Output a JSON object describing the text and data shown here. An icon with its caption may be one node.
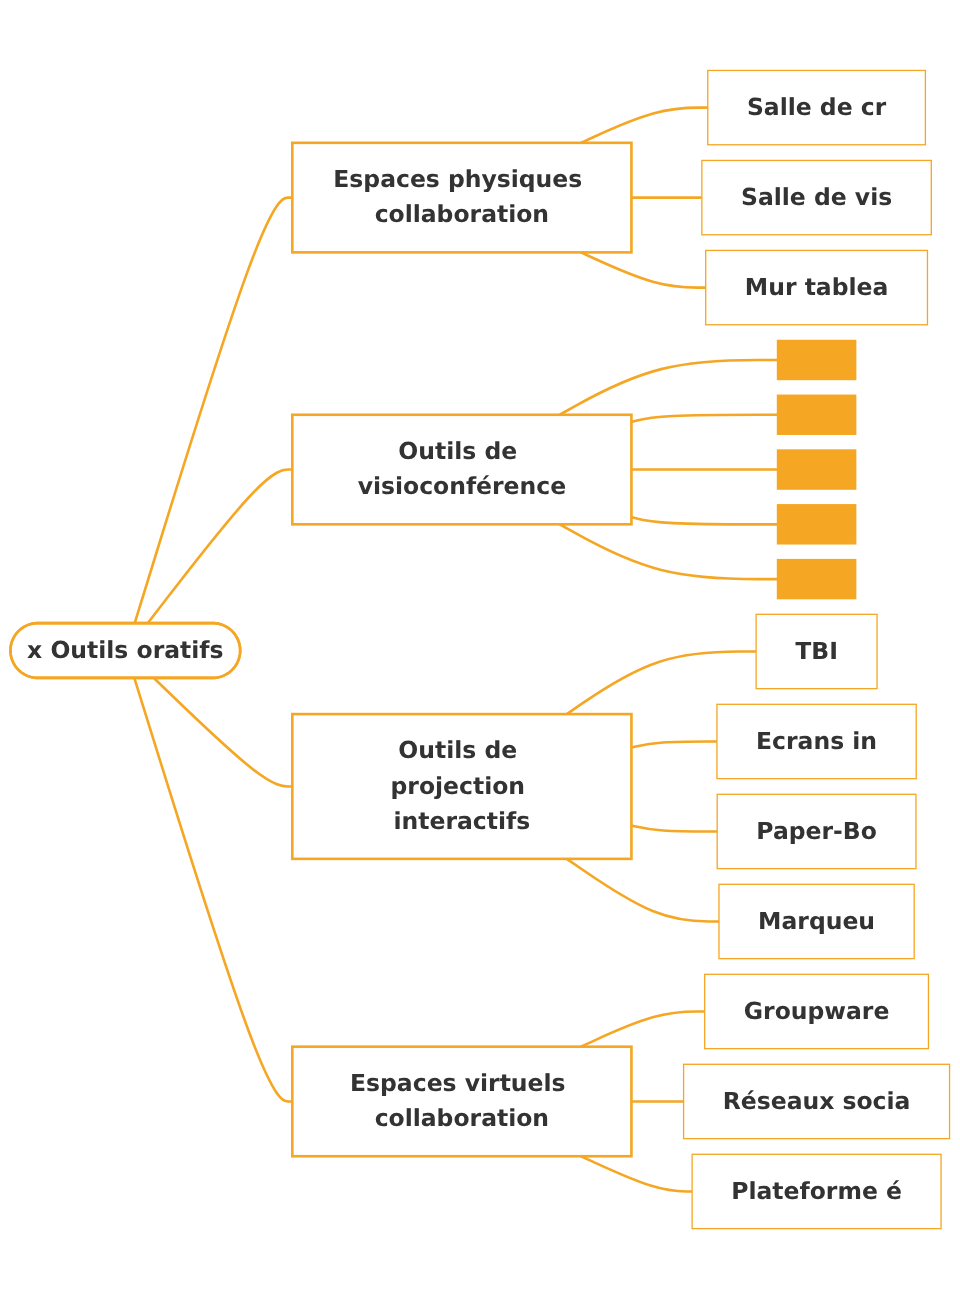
{
  "diagram": {
    "nodes": [
      {
        "text": [
          "x Outils oratifs"
        ]
      },
      {
        "text": [
          "Espaces physiques collaboration"
        ]
      },
      {
        "text": [
          "Salle de cr"
        ]
      },
      {
        "text": [
          "Salle de vis"
        ]
      },
      {
        "text": [
          "Mur tablea"
        ]
      },
      {
        "text": [
          "Outils de visioconférence"
        ]
      },
      {
        "text": [],
        "shape": "bar"
      },
      {
        "text": [],
        "shape": "bar"
      },
      {
        "text": [],
        "shape": "bar"
      },
      {
        "text": [],
        "shape": "bar"
      },
      {
        "text": [],
        "shape": "bar"
      },
      {
        "text": [
          "Outils de projection interactifs"
        ]
      },
      {
        "text": [
          "TBI"
        ]
      },
      {
        "text": [
          "Ecrans in"
        ]
      },
      {
        "text": [
          "Paper-Bo"
        ]
      },
      {
        "text": [
          "Marqueu"
        ]
      },
      {
        "text": [
          "Espaces virtuels collaboration"
        ]
      },
      {
        "text": [
          "Groupware"
        ]
      },
      {
        "text": [
          "Réseaux socia"
        ]
      },
      {
        "text": [
          "Plateforme é"
        ]
      }
    ],
    "edges": [
      {
        "from": 0,
        "to": 1,
        "arrow": "none"
      },
      {
        "from": 1,
        "to": 2,
        "arrow": "none"
      },
      {
        "from": 1,
        "to": 3,
        "arrow": "none"
      },
      {
        "from": 1,
        "to": 4,
        "arrow": "none"
      },
      {
        "from": 0,
        "to": 5,
        "arrow": "none"
      },
      {
        "from": 5,
        "to": 6,
        "arrow": "none"
      },
      {
        "from": 5,
        "to": 7,
        "arrow": "none"
      },
      {
        "from": 5,
        "to": 8,
        "arrow": "none"
      },
      {
        "from": 5,
        "to": 9,
        "arrow": "none"
      },
      {
        "from": 5,
        "to": 10,
        "arrow": "none"
      },
      {
        "from": 0,
        "to": 11,
        "arrow": "none"
      },
      {
        "from": 11,
        "to": 12,
        "arrow": "none"
      },
      {
        "from": 11,
        "to": 13,
        "arrow": "none"
      },
      {
        "from": 11,
        "to": 14,
        "arrow": "none"
      },
      {
        "from": 11,
        "to": 15,
        "arrow": "none"
      },
      {
        "from": 0,
        "to": 16,
        "arrow": "none"
      },
      {
        "from": 16,
        "to": 17,
        "arrow": "none"
      },
      {
        "from": 16,
        "to": 18,
        "arrow": "none"
      },
      {
        "from": 16,
        "to": 19,
        "arrow": "none"
      }
    ]
  }
}
